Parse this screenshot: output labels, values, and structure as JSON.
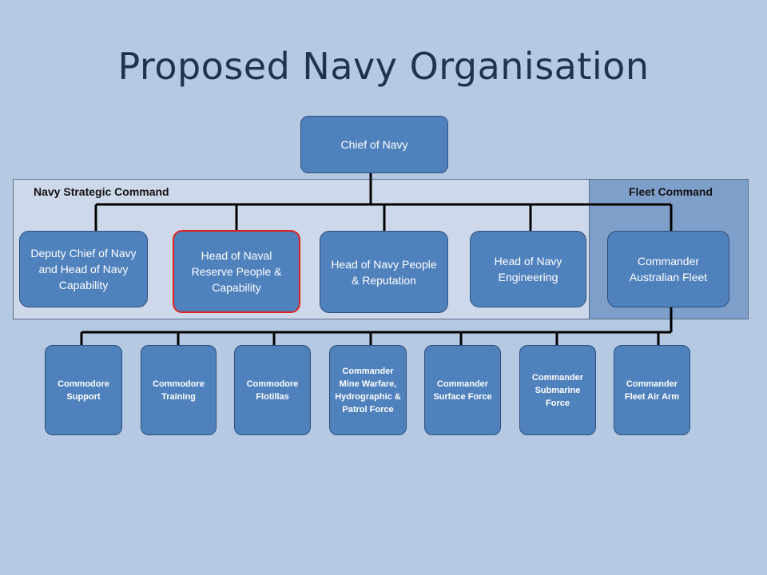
{
  "title": "Proposed Navy Organisation",
  "bands": {
    "strategic": "Navy Strategic Command",
    "fleet": "Fleet Command"
  },
  "chief": "Chief of Navy",
  "level2": [
    "Deputy Chief of Navy and Head of Navy Capability",
    "Head of Naval Reserve People & Capability",
    "Head of Navy People & Reputation",
    "Head of Navy Engineering",
    "Commander Australian Fleet"
  ],
  "level3": [
    "Commodore Support",
    "Commodore Training",
    "Commodore Flotillas",
    "Commander Mine Warfare, Hydrographic & Patrol Force",
    "Commander Surface Force",
    "Commander Submarine Force",
    "Commander Fleet Air Arm"
  ],
  "colors": {
    "box": "#4f81bd",
    "highlight": "#e0211d",
    "strategic_band": "#cdd9ea",
    "fleet_band": "#7f9fcb",
    "background": "#b5c9e3"
  }
}
